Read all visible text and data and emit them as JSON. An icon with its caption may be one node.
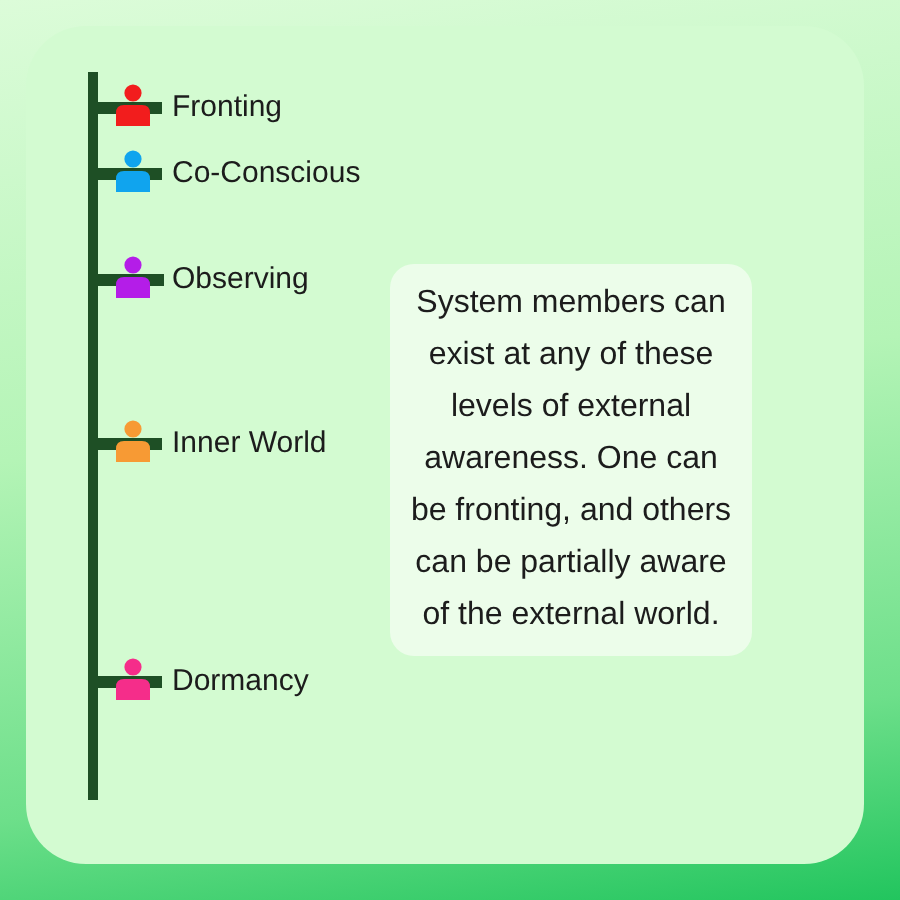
{
  "diagram": {
    "nodes": [
      {
        "text": [
          "System members can exist at any of these levels of external awareness. One can be fronting, and others can be partially aware of the external world."
        ]
      }
    ],
    "labels": [
      "Fronting",
      "Co-Conscious",
      "Observing",
      "Inner World",
      "Dormancy"
    ]
  }
}
